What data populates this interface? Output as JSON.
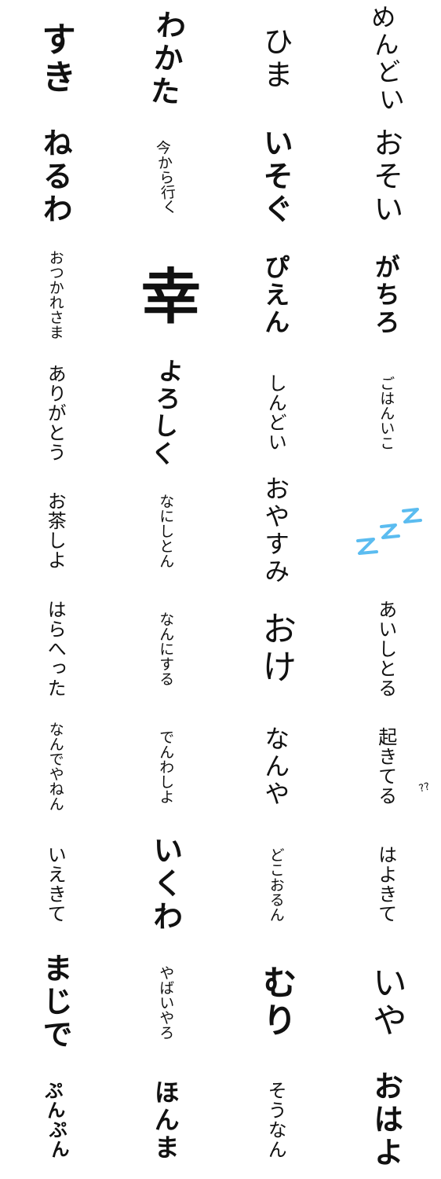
{
  "colors": {
    "background": "#ffffff",
    "ink": "#111111",
    "zzz": "#5bbcf0"
  },
  "stickers": [
    {
      "text": "すき",
      "style": "w-xl w-bold"
    },
    {
      "text": "わかた",
      "style": "w-l w-bold tilt-r"
    },
    {
      "text": "ひま",
      "style": "w-l"
    },
    {
      "text": "めんどい",
      "style": "w-m tilt-l"
    },
    {
      "text": "ねるわ",
      "style": "w-l w-bold"
    },
    {
      "text": "今から行く",
      "style": "w-xs tilt-l"
    },
    {
      "text": "いそぐ",
      "style": "w-l w-bold"
    },
    {
      "text": "おそい",
      "style": "w-l"
    },
    {
      "text": "おつかれさま",
      "style": "w-xs"
    },
    {
      "text": "幸",
      "style": "w-huge w-bold"
    },
    {
      "text": "ぴえん",
      "style": "w-m w-bold"
    },
    {
      "text": "がちろ",
      "style": "w-m w-bold"
    },
    {
      "text": "ありがとう",
      "style": "w-s"
    },
    {
      "text": "よろしく",
      "style": "w-m w-bold tilt-r"
    },
    {
      "text": "しんどい",
      "style": "w-s"
    },
    {
      "text": "ごはんいこ",
      "style": "w-xs"
    },
    {
      "text": "お茶しよ",
      "style": "w-s"
    },
    {
      "text": "なにしとん",
      "style": "w-xs"
    },
    {
      "text": "おやすみ",
      "style": "w-m"
    },
    {
      "text": "",
      "style": "w-m"
    },
    {
      "text": "はらへった",
      "style": "w-s"
    },
    {
      "text": "なんにする",
      "style": "w-xs"
    },
    {
      "text": "おけ",
      "style": "w-xl"
    },
    {
      "text": "あいしとる",
      "style": "w-s"
    },
    {
      "text": "なんでやねん",
      "style": "w-xs"
    },
    {
      "text": "でんわしよ",
      "style": "w-xs"
    },
    {
      "text": "なんや",
      "style": "w-m"
    },
    {
      "text": "起きてる",
      "style": "w-s"
    },
    {
      "text": "いえきて",
      "style": "w-s"
    },
    {
      "text": "いくわ",
      "style": "w-l w-bold"
    },
    {
      "text": "どこおるん",
      "style": "w-xs"
    },
    {
      "text": "はよきて",
      "style": "w-s"
    },
    {
      "text": "まじで",
      "style": "w-l w-bold"
    },
    {
      "text": "やばいやろ",
      "style": "w-xs"
    },
    {
      "text": "むり",
      "style": "w-xl w-bold"
    },
    {
      "text": "いや",
      "style": "w-xl"
    },
    {
      "text": "ぷんぷん",
      "style": "w-s w-bold tilt-l"
    },
    {
      "text": "ほんま",
      "style": "w-m w-bold"
    },
    {
      "text": "そうなん",
      "style": "w-s"
    },
    {
      "text": "おはよ",
      "style": "w-l w-bold"
    }
  ],
  "extras": {
    "zzz_text": "Z Z Z",
    "question_marks": "??"
  }
}
